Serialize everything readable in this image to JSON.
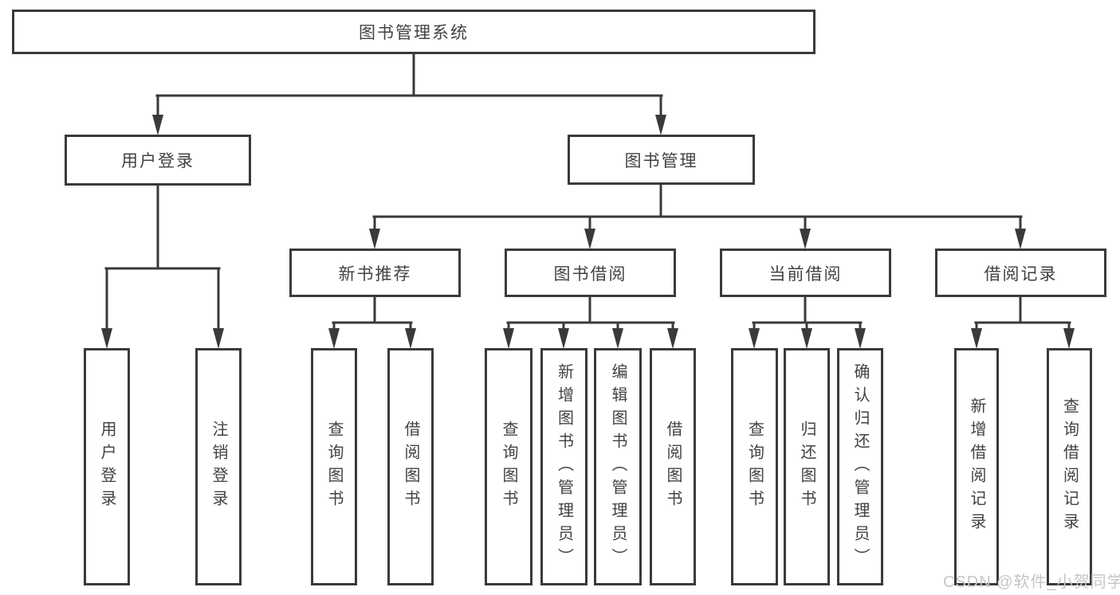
{
  "diagram": {
    "type": "tree",
    "colors": {
      "line": "#3a3a3a",
      "box_border": "#3a3a3a",
      "box_background": "#ffffff",
      "text": "#424242",
      "watermark_text": "#c6c6c6",
      "page_background": "#ffffff"
    },
    "root": {
      "label": "图书管理系统"
    },
    "level2": [
      {
        "label": "用户登录",
        "parent": "图书管理系统"
      },
      {
        "label": "图书管理",
        "parent": "图书管理系统"
      }
    ],
    "level3": [
      {
        "label": "新书推荐",
        "parent": "图书管理"
      },
      {
        "label": "图书借阅",
        "parent": "图书管理"
      },
      {
        "label": "当前借阅",
        "parent": "图书管理"
      },
      {
        "label": "借阅记录",
        "parent": "图书管理"
      }
    ],
    "leaves": [
      {
        "label": "用户登录",
        "parent": "用户登录"
      },
      {
        "label": "注销登录",
        "parent": "用户登录"
      },
      {
        "label": "查询图书",
        "parent": "新书推荐"
      },
      {
        "label": "借阅图书",
        "parent": "新书推荐"
      },
      {
        "label": "查询图书",
        "parent": "图书借阅"
      },
      {
        "label": "新增图书（管理员）",
        "parent": "图书借阅"
      },
      {
        "label": "编辑图书（管理员）",
        "parent": "图书借阅"
      },
      {
        "label": "借阅图书",
        "parent": "图书借阅"
      },
      {
        "label": "查询图书",
        "parent": "当前借阅"
      },
      {
        "label": "归还图书",
        "parent": "当前借阅"
      },
      {
        "label": "确认归还（管理员）",
        "parent": "当前借阅"
      },
      {
        "label": "新增借阅记录",
        "parent": "借阅记录"
      },
      {
        "label": "查询借阅记录",
        "parent": "借阅记录"
      }
    ],
    "watermark": "CSDN @软件_小贺同学"
  }
}
